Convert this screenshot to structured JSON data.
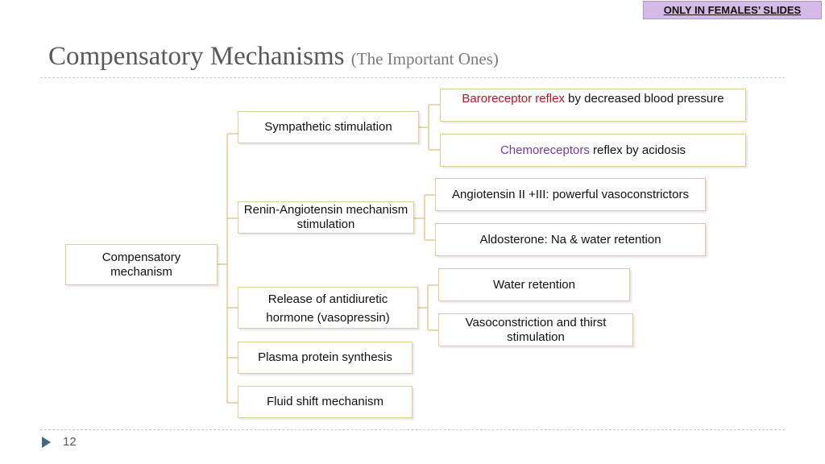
{
  "badge": "ONLY IN FEMALES’ SLIDES",
  "title": "Compensatory Mechanisms",
  "subtitle": "(The Important Ones)",
  "root": "Compensatory mechanism",
  "branches": {
    "sympathetic": "Sympathetic stimulation",
    "renin": "Renin-Angiotensin mechanism stimulation",
    "adh_line1": "Release of antidiuretic",
    "adh_line2": "hormone (vasopressin)",
    "plasma": "Plasma protein synthesis",
    "fluid": "Fluid shift mechanism"
  },
  "leaves": {
    "baro_key": "Baroreceptor reflex",
    "baro_rest": " by decreased blood pressure",
    "chemo_key": "Chemoreceptors",
    "chemo_rest": " reflex by acidosis",
    "angiotensin": "Angiotensin II +III: powerful vasoconstrictors",
    "aldosterone": "Aldosterone: Na & water retention",
    "water": "Water retention",
    "vaso": "Vasoconstriction and thirst stimulation"
  },
  "colors": {
    "connector": "#e4cb8e",
    "keyword_red": "#c0141e",
    "keyword_purple": "#7a37a8",
    "badge_bg": "#d5b9e6"
  },
  "slide_number": "12"
}
